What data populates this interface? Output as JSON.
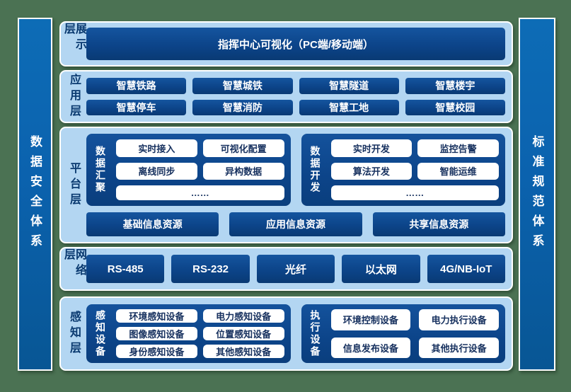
{
  "side_bars": {
    "left": "数据安全体系",
    "right": "标准规范体系"
  },
  "layers": {
    "display": {
      "label": "展示层",
      "box": "指挥中心可视化（PC端/移动端）"
    },
    "application": {
      "label": "应用层",
      "items": [
        "智慧铁路",
        "智慧城铁",
        "智慧隧道",
        "智慧楼宇",
        "智慧停车",
        "智慧消防",
        "智慧工地",
        "智慧校园"
      ]
    },
    "platform": {
      "label": "平台层",
      "groups": [
        {
          "label": "数据汇聚",
          "items": [
            "实时接入",
            "可视化配置",
            "离线同步",
            "异构数据"
          ],
          "more": "……"
        },
        {
          "label": "数据开发",
          "items": [
            "实时开发",
            "监控告警",
            "算法开发",
            "智能运维"
          ],
          "more": "……"
        }
      ],
      "resources": [
        "基础信息资源",
        "应用信息资源",
        "共享信息资源"
      ]
    },
    "network": {
      "label": "网络层",
      "items": [
        "RS-485",
        "RS-232",
        "光纤",
        "以太网",
        "4G/NB-IoT"
      ]
    },
    "perception": {
      "label": "感知层",
      "groups": [
        {
          "label": "感知设备",
          "items": [
            "环境感知设备",
            "电力感知设备",
            "图像感知设备",
            "位置感知设备",
            "身份感知设备",
            "其他感知设备"
          ]
        },
        {
          "label": "执行设备",
          "items": [
            "环境控制设备",
            "电力执行设备",
            "信息发布设备",
            "其他执行设备"
          ]
        }
      ]
    }
  },
  "colors": {
    "background_green": "#4b7253",
    "panel_light_blue": "#b3d6f2",
    "box_navy": "#0c4489",
    "pillar_blue": "#0b62ae",
    "label_navy": "#0a3a70",
    "white": "#ffffff"
  }
}
